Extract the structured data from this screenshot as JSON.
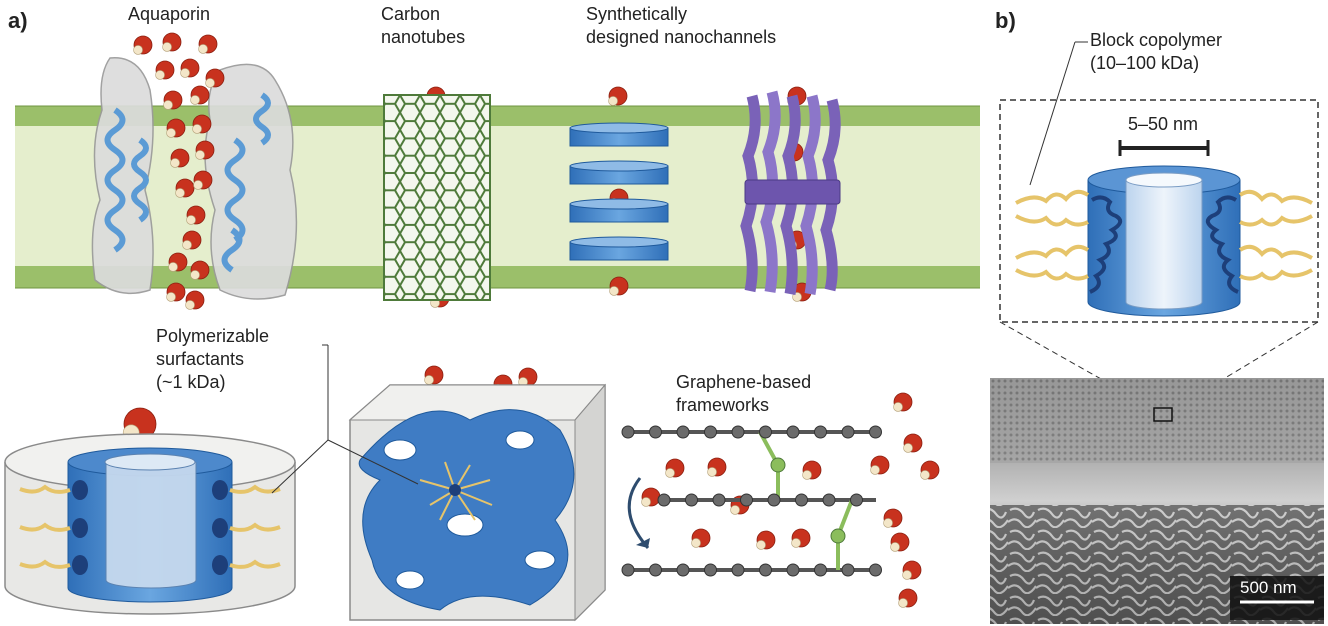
{
  "panel_a": {
    "letter": "a)",
    "labels": {
      "aquaporin": "Aquaporin",
      "carbon_nanotubes_1": "Carbon",
      "carbon_nanotubes_2": "nanotubes",
      "synthetic_1": "Synthetically",
      "synthetic_2": "designed nanochannels",
      "surfactants_1": "Polymerizable",
      "surfactants_2": "surfactants",
      "surfactants_3": "(~1 kDa)",
      "graphene_1": "Graphene-based",
      "graphene_2": "frameworks"
    }
  },
  "panel_b": {
    "letter": "b)",
    "labels": {
      "copolymer_1": "Block copolymer",
      "copolymer_2": "(10–100 kDa)",
      "pore_size": "5–50 nm",
      "scale_bar": "500 nm"
    }
  },
  "colors": {
    "membrane": "#9bbf6a",
    "membrane_light": "#e5eecd",
    "helix_blue": "#5b9bd5",
    "water_red": "#c8321e",
    "water_white": "#f3e6c8",
    "nanotube_green": "#4e7a3a",
    "channel_purple": "#7a62b8",
    "gold_chains": "#e6c46a"
  }
}
